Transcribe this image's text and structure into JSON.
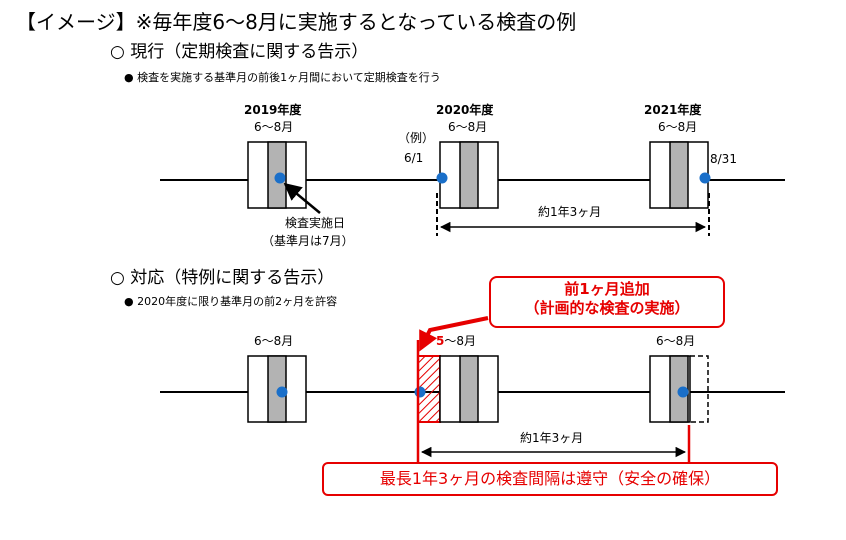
{
  "title": "【イメージ】※毎年度6～8月に実施するとなっている検査の例",
  "current": {
    "heading": "○ 現行（定期検査に関する告示）",
    "bullet": "●  検査を実施する基準月の前後1ヶ月間において定期検査を行う",
    "year_2019": "2019年度",
    "year_2020": "2020年度",
    "year_2021": "2021年度",
    "range_a": "6～8月",
    "range_b": "6～8月",
    "range_c": "6～8月",
    "example": "（例）",
    "start_date": "6/1",
    "end_date": "8/31",
    "interval": "約1年3ヶ月",
    "inspection_day": "検査実施日",
    "base_month": "（基準月は7月）"
  },
  "special": {
    "heading": "○ 対応（特例に関する告示）",
    "bullet": "●  2020年度に限り基準月の前2ヶ月を許容",
    "range_a": "6～8月",
    "range_b_red": "5",
    "range_b_rest": "～8月",
    "range_c": "6～8月",
    "interval": "約1年3ヶ月",
    "callout_line1": "前1ヶ月追加",
    "callout_line2": "（計画的な検査の実施）",
    "bottom_note": "最長1年3ヶ月の検査間隔は遵守（安全の確保）"
  },
  "colors": {
    "accent_red": "#e60000",
    "dot_blue": "#1a6fc9",
    "box_gray": "#b3b3b3"
  }
}
